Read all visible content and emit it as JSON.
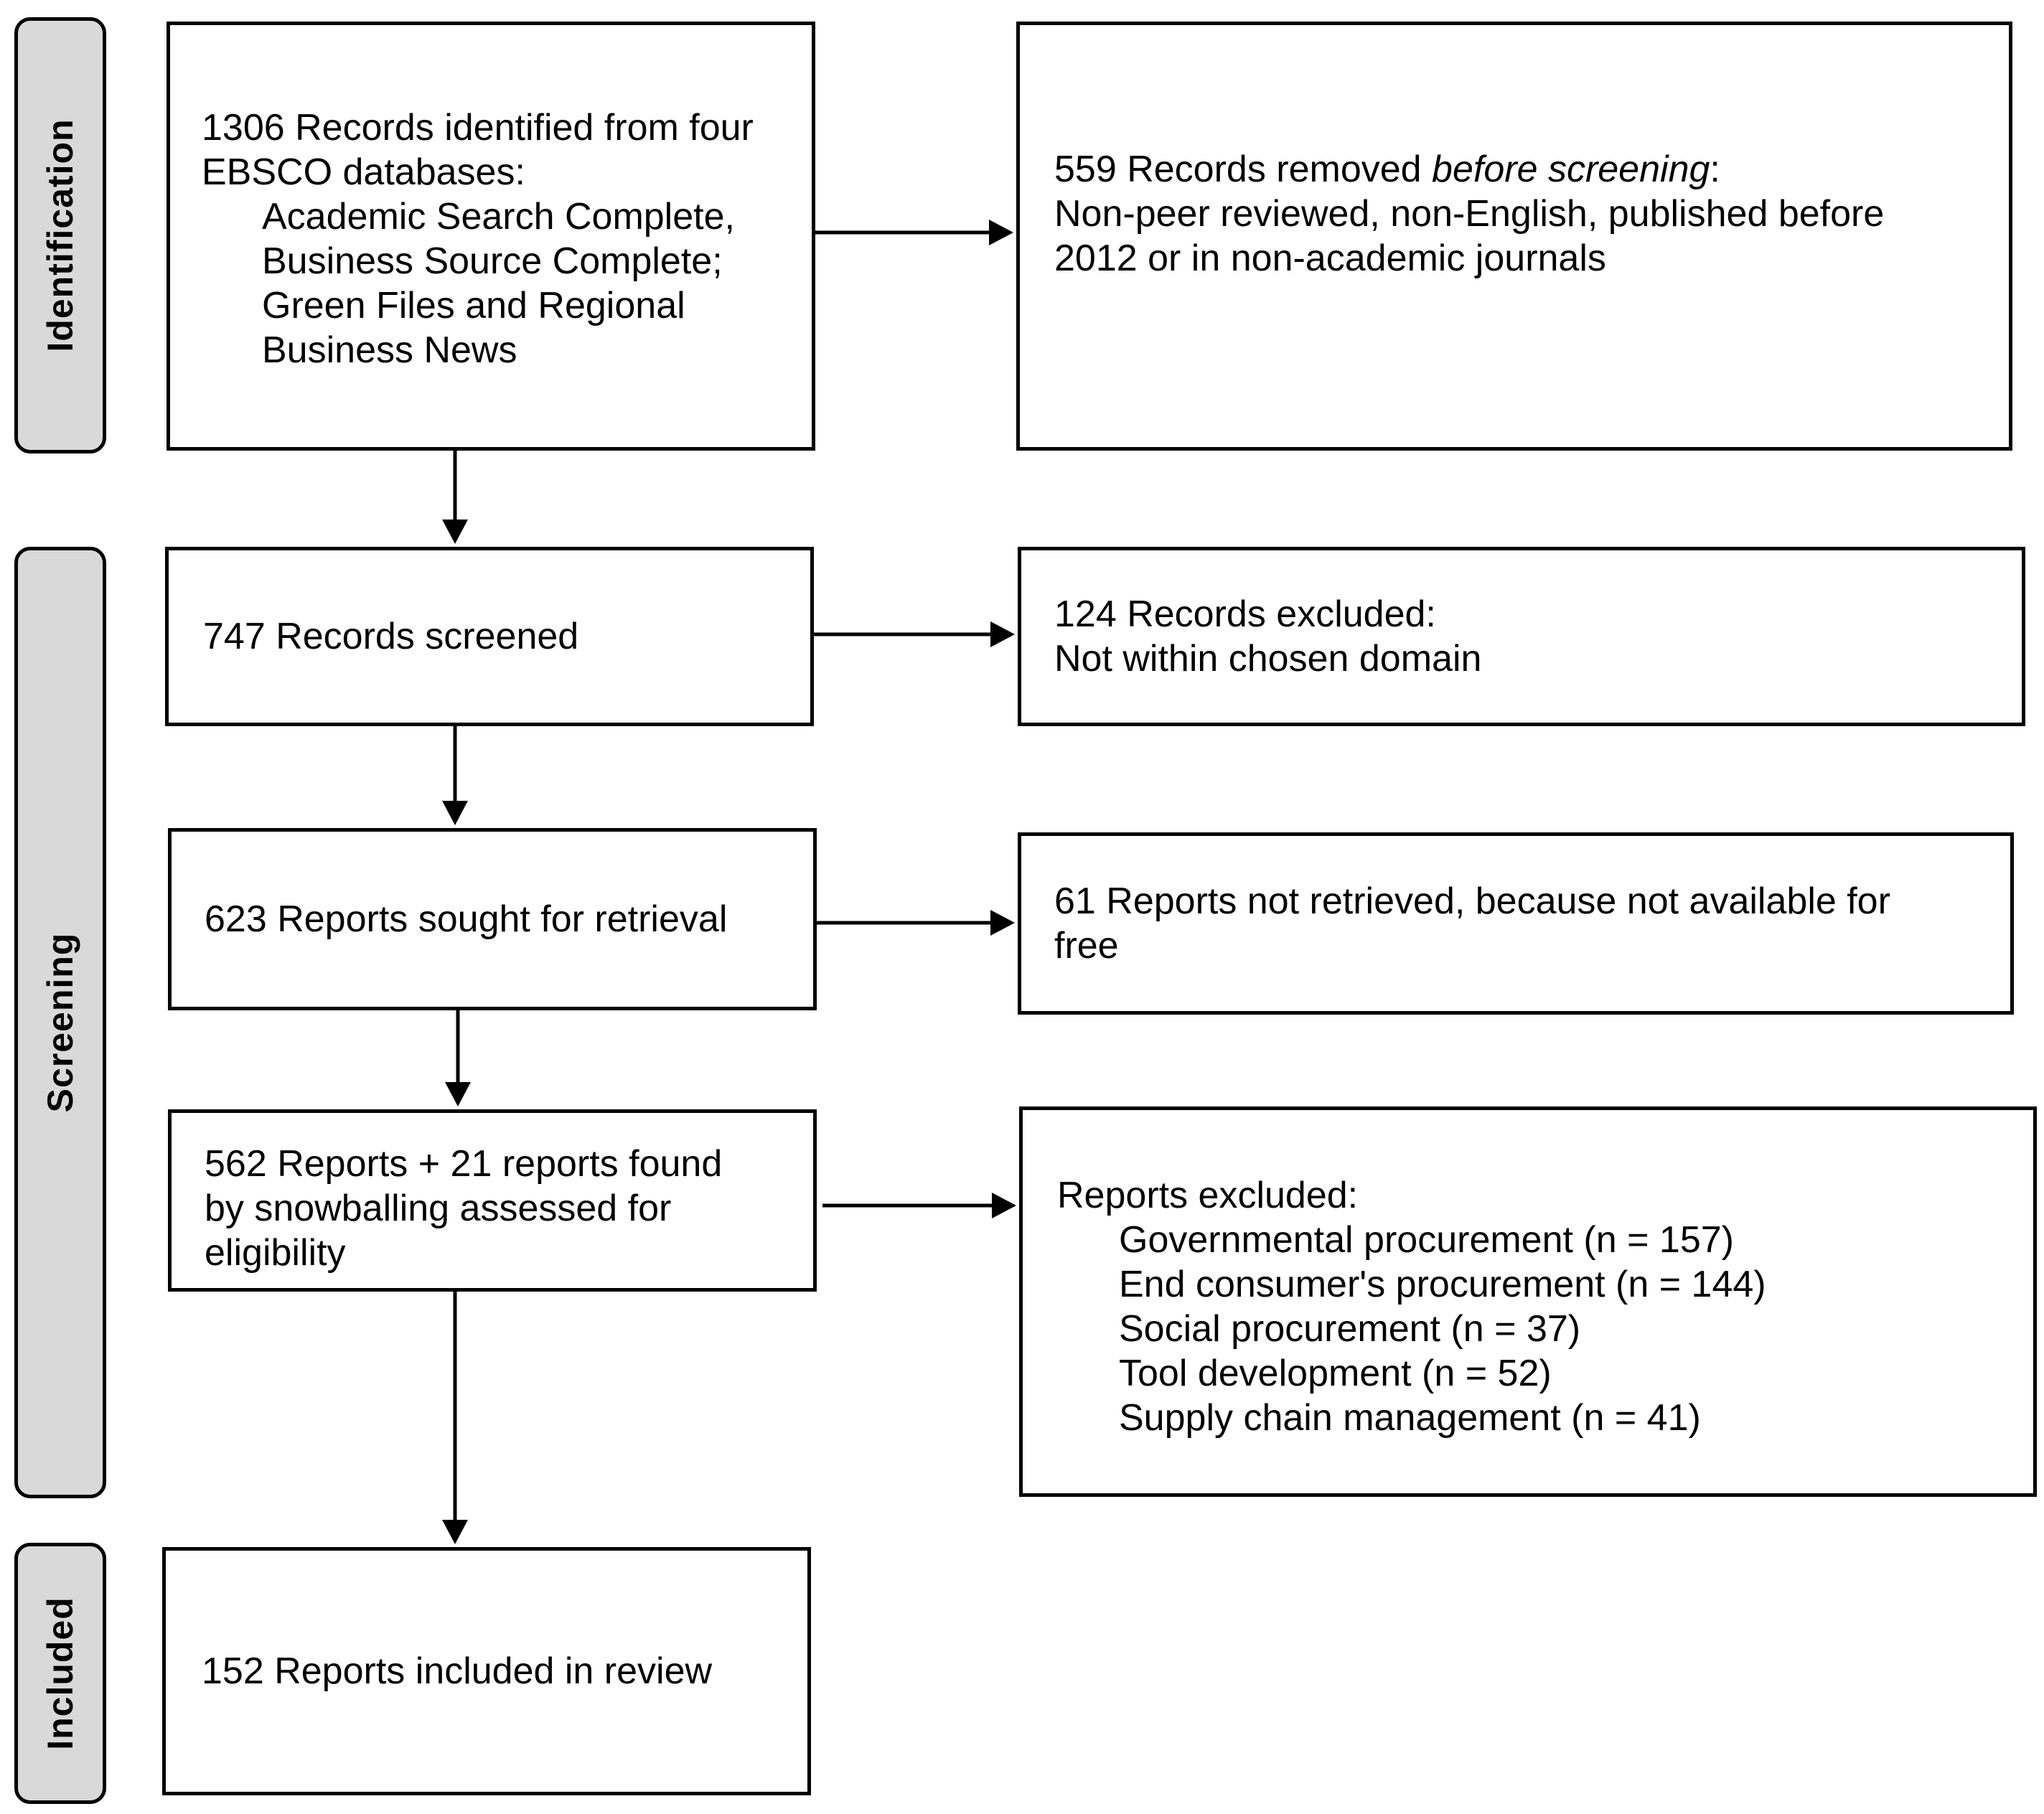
{
  "stages": {
    "identification": "Identification",
    "screening": "Screening",
    "included": "Included"
  },
  "identified": {
    "line1": "1306 Records identified from four",
    "line2": "EBSCO databases:",
    "db1": "Academic Search Complete,",
    "db2": "Business Source Complete;",
    "db3": "Green Files and Regional",
    "db4": "Business News"
  },
  "removed": {
    "prefix": "559 Records removed ",
    "emphasis": "before screening",
    "suffix": ":",
    "line2": "Non-peer reviewed, non-English, published before",
    "line3": "2012 or in non-academic journals"
  },
  "screened": {
    "text": "747 Records screened"
  },
  "excluded_records": {
    "line1": "124 Records excluded:",
    "line2": "Not within chosen domain"
  },
  "sought": {
    "text": "623 Reports sought for retrieval"
  },
  "not_retrieved": {
    "line1": "61 Reports not retrieved, because not available for",
    "line2": "free"
  },
  "assessed": {
    "line1": "562 Reports + 21 reports found",
    "line2": "by snowballing assessed for",
    "line3": "eligibility"
  },
  "reports_excluded": {
    "heading": "Reports excluded:",
    "items": [
      "Governmental procurement  (n = 157)",
      "End consumer's procurement (n = 144)",
      "Social procurement (n = 37)",
      "Tool development (n = 52)",
      "Supply chain management (n = 41)"
    ]
  },
  "included": {
    "text": "152 Reports included in review"
  }
}
